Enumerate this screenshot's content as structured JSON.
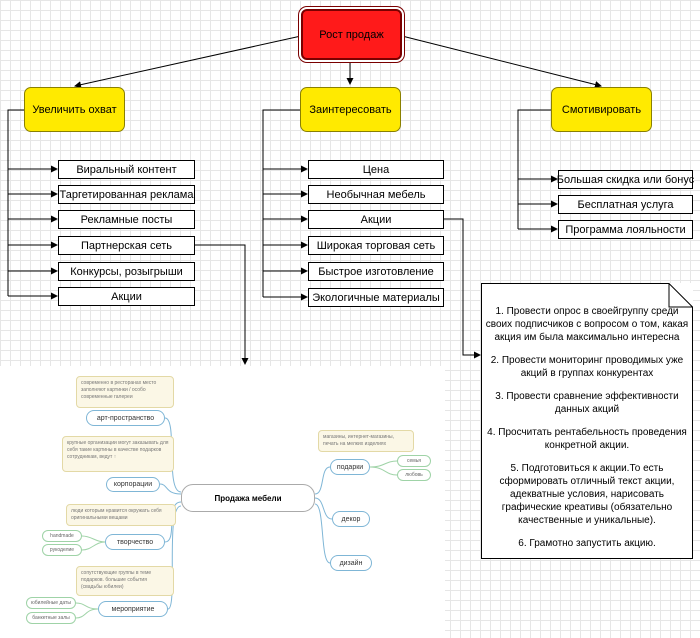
{
  "root": {
    "label": "Рост продаж"
  },
  "categories": [
    {
      "label": "Увеличить охват",
      "items": [
        "Виральный контент",
        "Таргетированная реклама",
        "Рекламные посты",
        "Партнерская сеть",
        "Конкурсы, розыгрыши",
        "Акции"
      ]
    },
    {
      "label": "Заинтересовать",
      "items": [
        "Цена",
        "Необычная мебель",
        "Акции",
        "Широкая торговая сеть",
        "Быстрое изготовление",
        "Экологичные материалы"
      ]
    },
    {
      "label": "Смотивировать",
      "items": [
        "Большая скидка или бонус",
        "Бесплатная услуга",
        "Программа лояльности"
      ]
    }
  ],
  "note": {
    "items": [
      "1. Провести опрос в своейгруппу среди своих подписчиков с вопросом о том, какая акция им была максимально интересна",
      "2. Провести мониторинг проводимых уже акций в группах конкурентах",
      "3. Провести сравнение эффективности данных акций",
      "4. Просчитать рентабельность проведения конкретной акции.",
      "5. Подготовиться к акции.То есть сформировать отличный текст акции, адекватные условия, нарисовать графические креативы (обязательно качественные и уникальные).",
      "6. Грамотно запустить акцию."
    ]
  },
  "mindmap": {
    "center": "Продажа мебели",
    "left_branches": [
      "арт-пространство",
      "корпорации",
      "творчество",
      "мероприятие"
    ],
    "right_branches": [
      "подарки",
      "декор",
      "дизайн"
    ],
    "comments": [
      "современно в ресторанах место заполняют картинки / особо современные галереи",
      "крупные организации могут заказывать для себя такие картины в качестве подарков сотрудникам, ведут ↑",
      "люди которым нравится окружать себя оригинальными вещами",
      "сопутствующие группы в теме подарков. большие события (свадьбы юбилеи)",
      "магазины, интернет-магазины, печать на мелких изделиях"
    ],
    "tags": [
      "handmade",
      "рукоделие",
      "юбилейные даты",
      "банкетные залы",
      "семья",
      "любовь"
    ]
  }
}
